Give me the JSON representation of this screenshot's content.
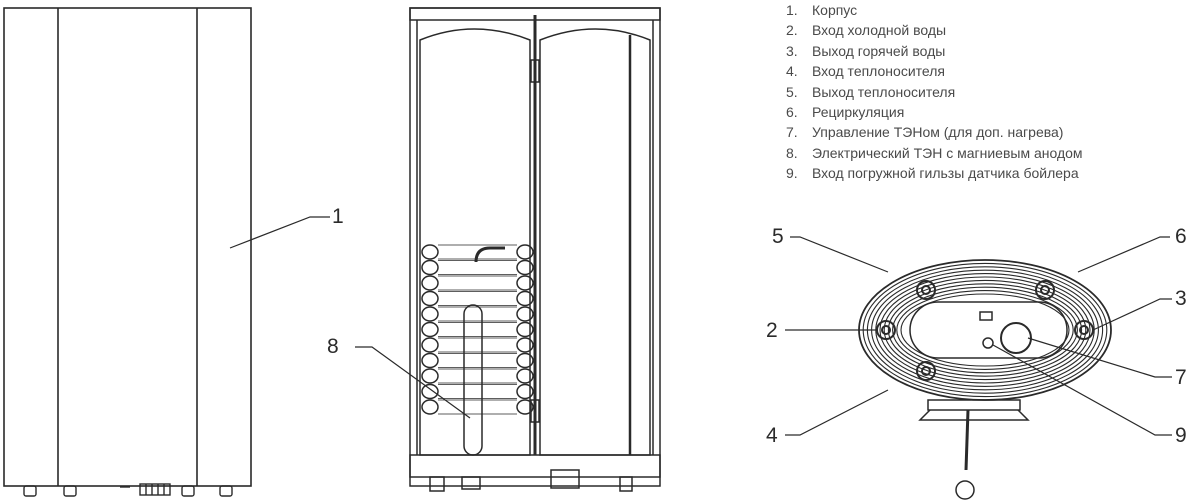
{
  "legend": [
    {
      "num": "1.",
      "text": "Корпус"
    },
    {
      "num": "2.",
      "text": "Вход холодной воды"
    },
    {
      "num": "3.",
      "text": "Выход горячей воды"
    },
    {
      "num": "4.",
      "text": "Вход теплоносителя"
    },
    {
      "num": "5.",
      "text": "Выход теплоносителя"
    },
    {
      "num": "6.",
      "text": "Рециркуляция"
    },
    {
      "num": "7.",
      "text": "Управление ТЭНом (для доп. нагрева)"
    },
    {
      "num": "8.",
      "text": "Электрический ТЭН с магниевым анодом"
    },
    {
      "num": "9.",
      "text": "Вход погружной гильзы датчика бойлера"
    }
  ],
  "callouts": {
    "c1": "1",
    "c2": "2",
    "c3": "3",
    "c4": "4",
    "c5": "5",
    "c6": "6",
    "c7": "7",
    "c8": "8",
    "c9": "9"
  },
  "colors": {
    "line": "#2a2a2a",
    "text": "#4a4a4a"
  }
}
